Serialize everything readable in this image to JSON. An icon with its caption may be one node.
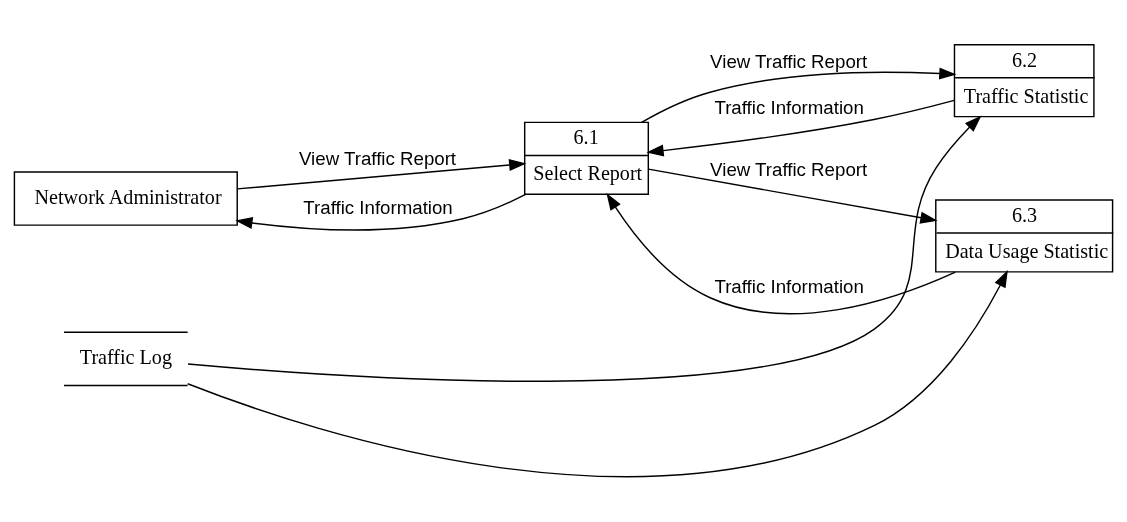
{
  "diagram": {
    "nodes": [
      {
        "text": [
          "Network Administrator"
        ]
      },
      {
        "text": [
          "6.1",
          "Select Report"
        ]
      },
      {
        "text": [
          "6.2",
          "Traffic Statistic"
        ]
      },
      {
        "text": [
          "6.3",
          "Data Usage Statistic"
        ]
      },
      {
        "text": [
          "Traffic Log"
        ]
      }
    ],
    "edges": [
      {
        "from": 0,
        "to": 1,
        "arrow": "to",
        "label": "View Traffic Report"
      },
      {
        "from": 1,
        "to": 0,
        "arrow": "to",
        "label": "Traffic Information"
      },
      {
        "from": 1,
        "to": 2,
        "arrow": "to",
        "label": "View Traffic Report"
      },
      {
        "from": 2,
        "to": 1,
        "arrow": "to",
        "label": "Traffic Information"
      },
      {
        "from": 3,
        "to": 1,
        "arrow": "to",
        "label": "Traffic Information"
      },
      {
        "from": 1,
        "to": 3,
        "arrow": "to",
        "label": "View Traffic Report"
      },
      {
        "from": 4,
        "to": 2,
        "arrow": "to"
      },
      {
        "from": 4,
        "to": 3,
        "arrow": "to"
      }
    ]
  }
}
